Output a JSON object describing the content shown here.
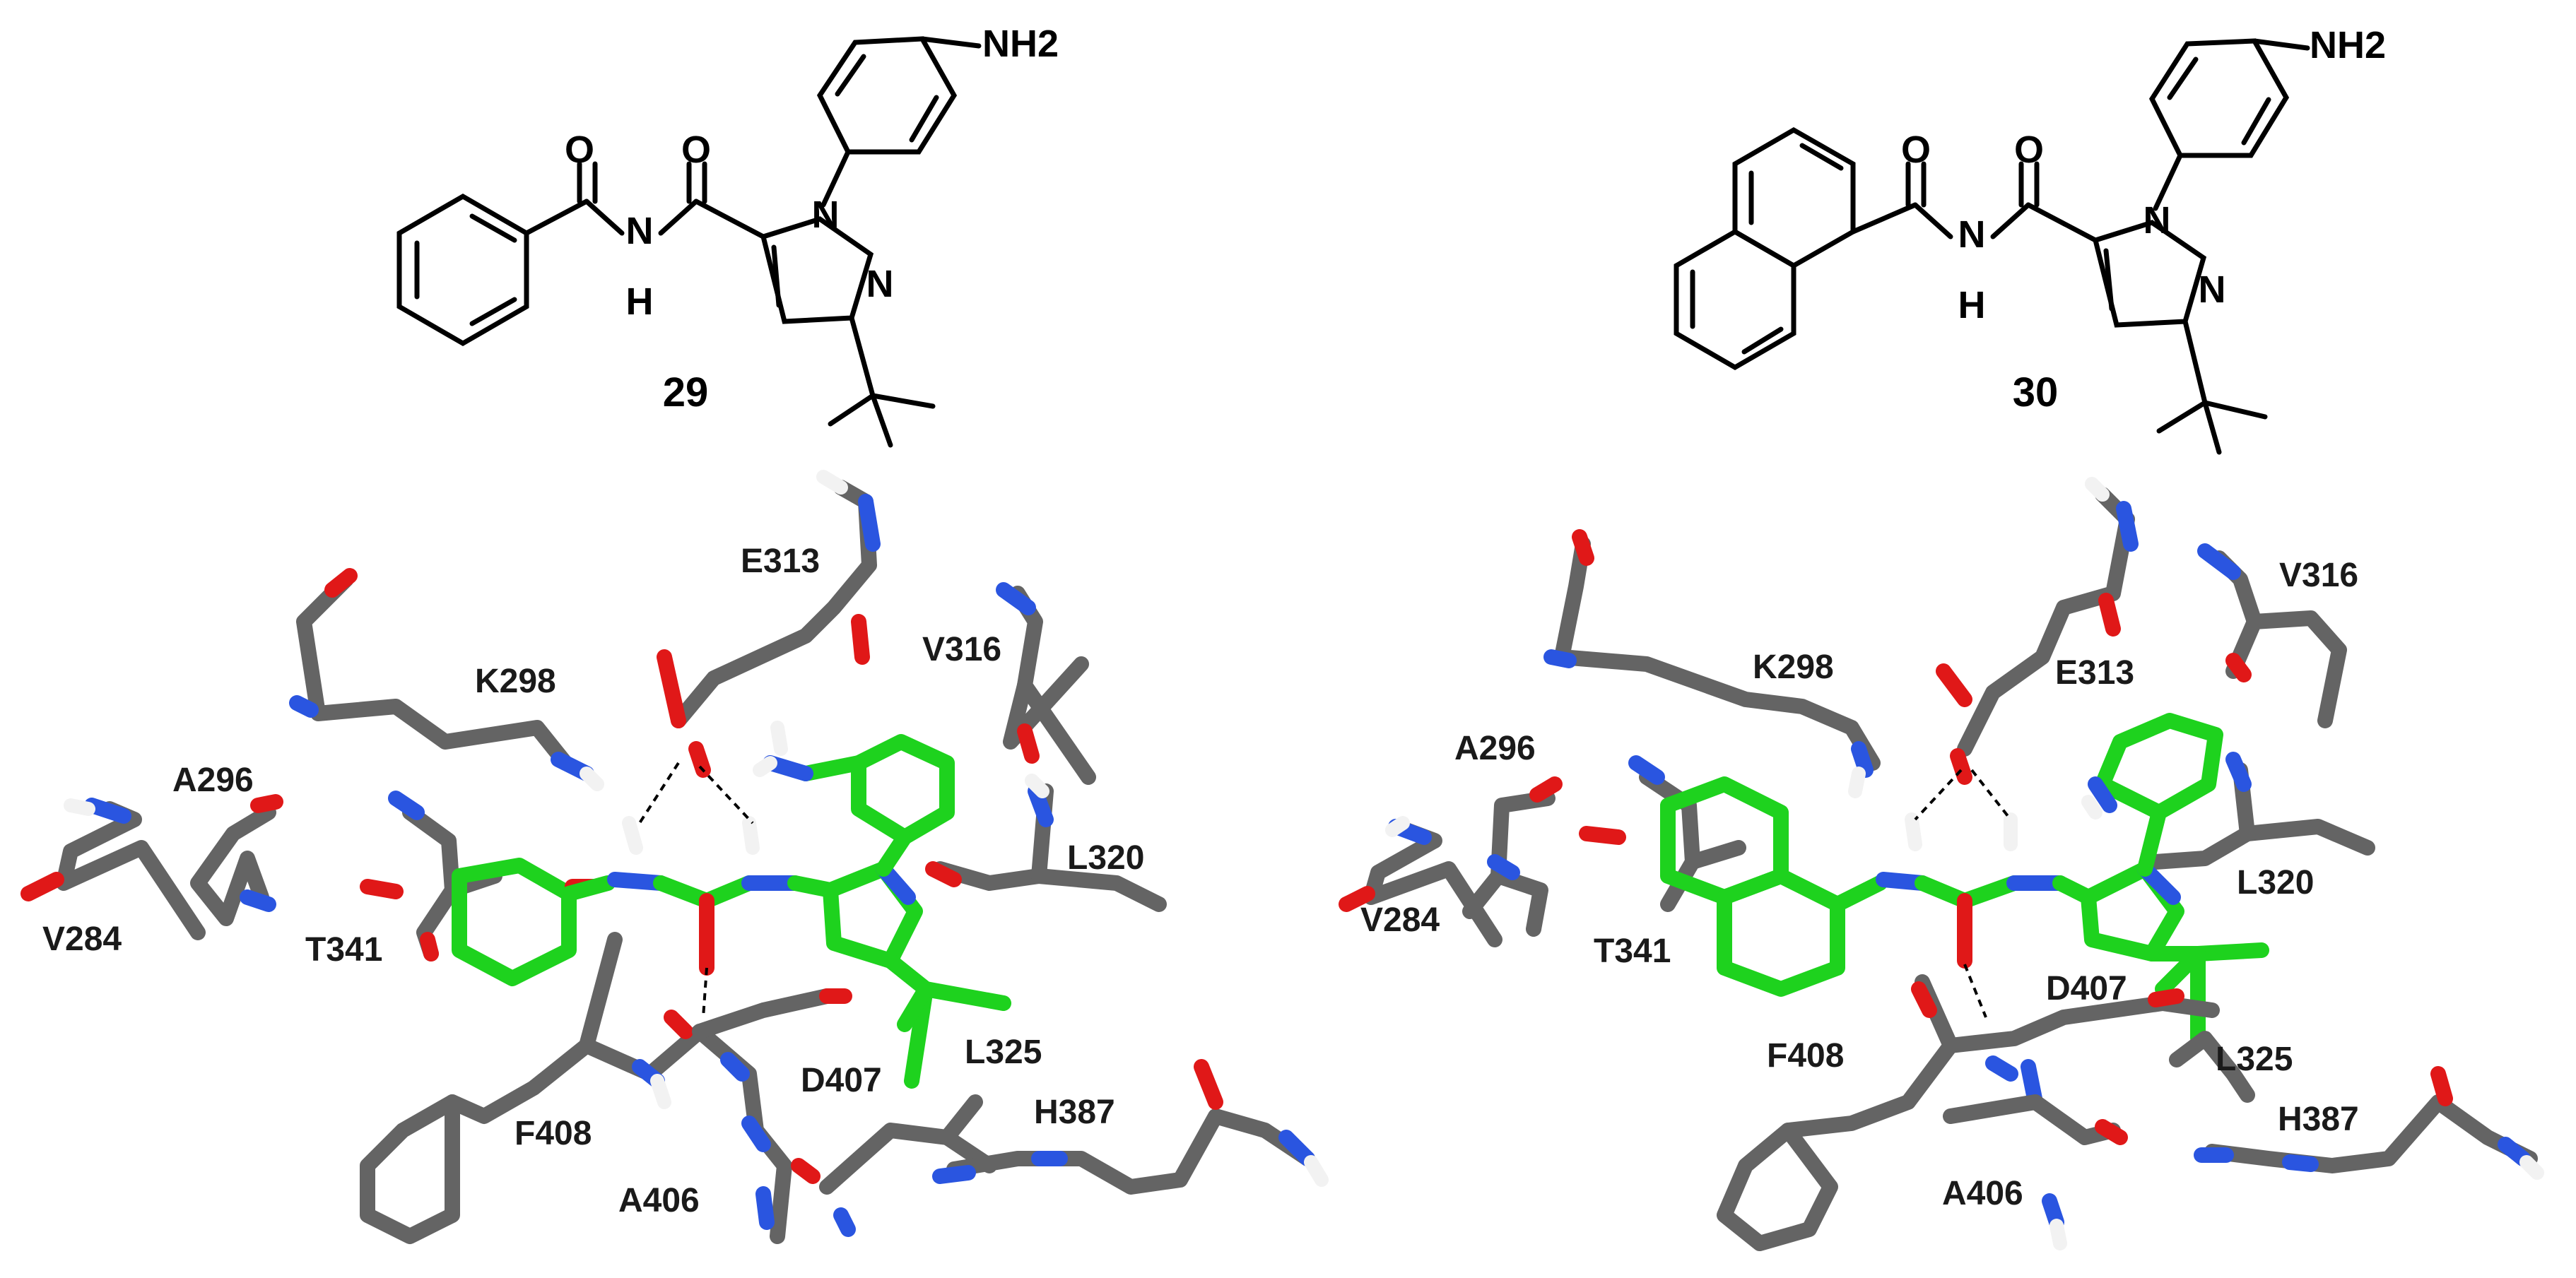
{
  "panels": [
    {
      "compound_label": "29",
      "amine_label": "NH2",
      "atoms": {
        "o1": "O",
        "o2": "O",
        "nh_n": "N",
        "nh_h": "H",
        "n1": "N",
        "n2": "N"
      },
      "residues": [
        "E313",
        "K298",
        "V316",
        "A296",
        "L320",
        "V284",
        "T341",
        "D407",
        "L325",
        "F408",
        "H387",
        "A406"
      ]
    },
    {
      "compound_label": "30",
      "amine_label": "NH2",
      "atoms": {
        "o1": "O",
        "o2": "O",
        "nh_n": "N",
        "nh_h": "H",
        "n1": "N",
        "n2": "N"
      },
      "residues": [
        "K298",
        "E313",
        "V316",
        "A296",
        "L320",
        "V284",
        "T341",
        "D407",
        "F408",
        "L325",
        "H387",
        "A406"
      ]
    }
  ],
  "colors": {
    "carbon": "#646464",
    "ligand": "#1ed21e",
    "nitrogen": "#2a55e0",
    "oxygen": "#e01818",
    "hydrogen": "#f2f2f2"
  }
}
